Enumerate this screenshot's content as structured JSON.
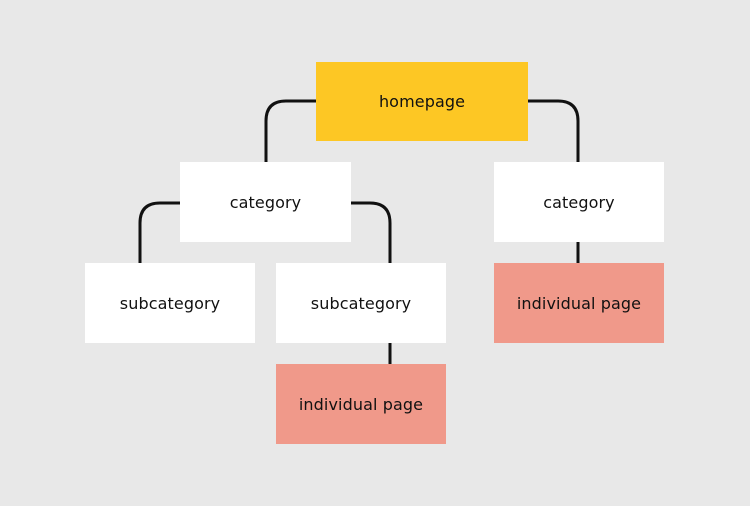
{
  "colors": {
    "background": "#e8e8e8",
    "homepage": "#fdc724",
    "category": "#ffffff",
    "subcategory": "#ffffff",
    "individual_page": "#f0998a",
    "connector": "#111111"
  },
  "nodes": {
    "homepage": {
      "label": "homepage",
      "kind": "homepage"
    },
    "category_left": {
      "label": "category",
      "kind": "category"
    },
    "category_right": {
      "label": "category",
      "kind": "category"
    },
    "subcategory_left": {
      "label": "subcategory",
      "kind": "subcategory"
    },
    "subcategory_right": {
      "label": "subcategory",
      "kind": "subcategory"
    },
    "individual_page_right": {
      "label": "individual page",
      "kind": "individual_page"
    },
    "individual_page_bottom": {
      "label": "individual page",
      "kind": "individual_page"
    }
  },
  "edges": [
    {
      "from": "homepage",
      "to": "category_left"
    },
    {
      "from": "homepage",
      "to": "category_right"
    },
    {
      "from": "category_left",
      "to": "subcategory_left"
    },
    {
      "from": "category_left",
      "to": "subcategory_right"
    },
    {
      "from": "category_right",
      "to": "individual_page_right"
    },
    {
      "from": "subcategory_right",
      "to": "individual_page_bottom"
    }
  ]
}
